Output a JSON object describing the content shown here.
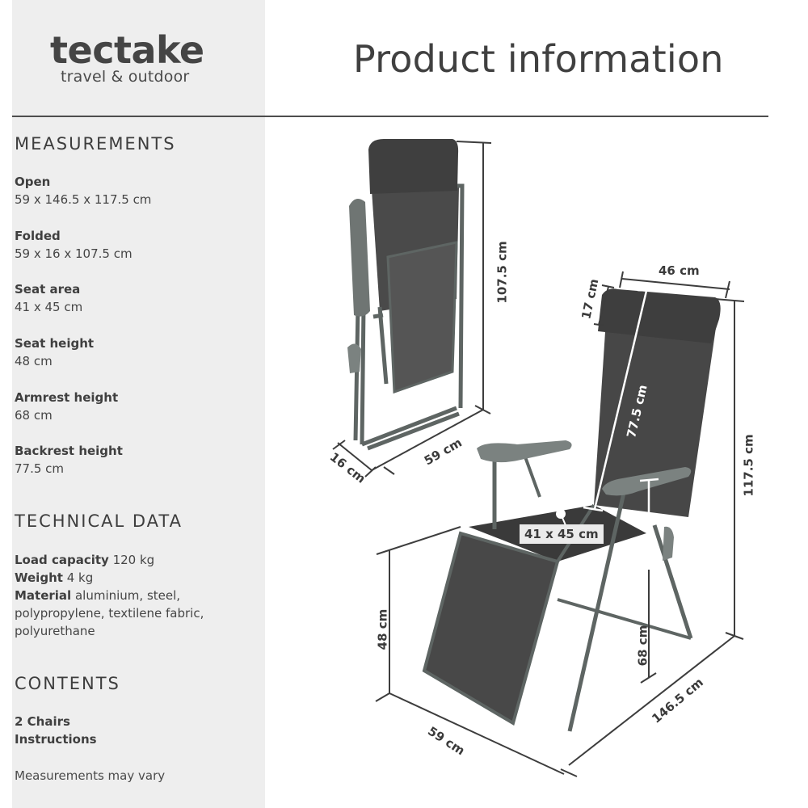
{
  "brand": {
    "name": "tectake",
    "tagline": "travel & outdoor"
  },
  "header": {
    "title": "Product information"
  },
  "measurements": {
    "heading": "MEASUREMENTS",
    "items": [
      {
        "label": "Open",
        "value": "59 x 146.5 x 117.5 cm"
      },
      {
        "label": "Folded",
        "value": "59 x 16 x 107.5  cm"
      },
      {
        "label": "Seat area",
        "value": "41 x 45 cm"
      },
      {
        "label": "Seat height",
        "value": "48 cm"
      },
      {
        "label": "Armrest height",
        "value": "68 cm"
      },
      {
        "label": "Backrest height",
        "value": "77.5 cm"
      }
    ]
  },
  "technical": {
    "heading": "TECHNICAL DATA",
    "load_label": "Load capacity",
    "load_value": "120 kg",
    "weight_label": "Weight",
    "weight_value": "4 kg",
    "material_label": "Material",
    "material_value_line1": "aluminium, steel,",
    "material_value_line2": "polypropylene, textilene fabric,",
    "material_value_line3": "polyurethane"
  },
  "contents": {
    "heading": "CONTENTS",
    "items": [
      "2 Chairs",
      "Instructions"
    ],
    "note": "Measurements may vary"
  },
  "diagram": {
    "folded": {
      "height": "107.5 cm",
      "width": "59 cm",
      "depth": "16 cm"
    },
    "open": {
      "headrest_width": "46 cm",
      "headrest_height": "17 cm",
      "backrest_height": "77.5 cm",
      "total_height": "117.5 cm",
      "seat_area": "41 x 45 cm",
      "seat_height": "48 cm",
      "armrest_height": "68 cm",
      "width": "59 cm",
      "length": "146.5 cm"
    },
    "colors": {
      "fabric": "#4a4a4a",
      "fabric_dark": "#3a3a3a",
      "frame": "#5e6563",
      "armrest": "#7b8280",
      "dimension_line": "#3d3d3d",
      "sidebar_bg": "#eeeeee"
    }
  }
}
